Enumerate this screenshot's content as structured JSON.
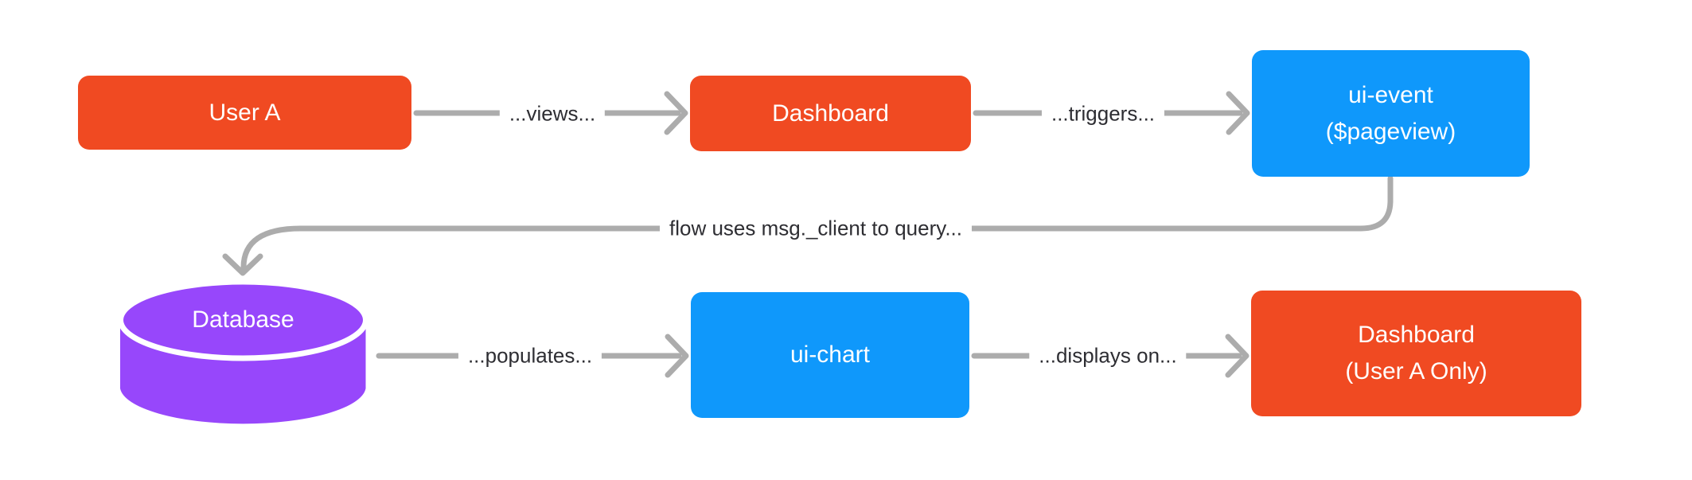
{
  "diagram": {
    "nodes": {
      "user_a": {
        "label": "User A",
        "color": "#F04A22",
        "shape": "rounded-rect"
      },
      "dashboard": {
        "label": "Dashboard",
        "color": "#F04A22",
        "shape": "rounded-rect"
      },
      "ui_event": {
        "line1": "ui-event",
        "line2": "($pageview)",
        "color": "#0F98FB",
        "shape": "rounded-rect"
      },
      "database": {
        "label": "Database",
        "color": "#9747FB",
        "shape": "cylinder"
      },
      "ui_chart": {
        "label": "ui-chart",
        "color": "#0F98FB",
        "shape": "rounded-rect"
      },
      "dashboard_user_a": {
        "line1": "Dashboard",
        "line2": "(User A Only)",
        "color": "#F04A22",
        "shape": "rounded-rect"
      }
    },
    "edges": {
      "views": {
        "label": "...views...",
        "from": "user_a",
        "to": "dashboard"
      },
      "triggers": {
        "label": "...triggers...",
        "from": "dashboard",
        "to": "ui_event"
      },
      "query": {
        "label": "flow uses msg._client to query...",
        "from": "ui_event",
        "to": "database"
      },
      "populates": {
        "label": "...populates...",
        "from": "database",
        "to": "ui_chart"
      },
      "displays_on": {
        "label": "...displays on...",
        "from": "ui_chart",
        "to": "dashboard_user_a"
      }
    },
    "colors": {
      "node_orange": "#F04A22",
      "node_blue": "#0F98FB",
      "node_purple": "#9747FB",
      "connector_gray": "#ACACAC",
      "edge_label_text": "#2E2E33",
      "node_text": "#FFFFFF",
      "background": "#FFFFFF"
    }
  }
}
